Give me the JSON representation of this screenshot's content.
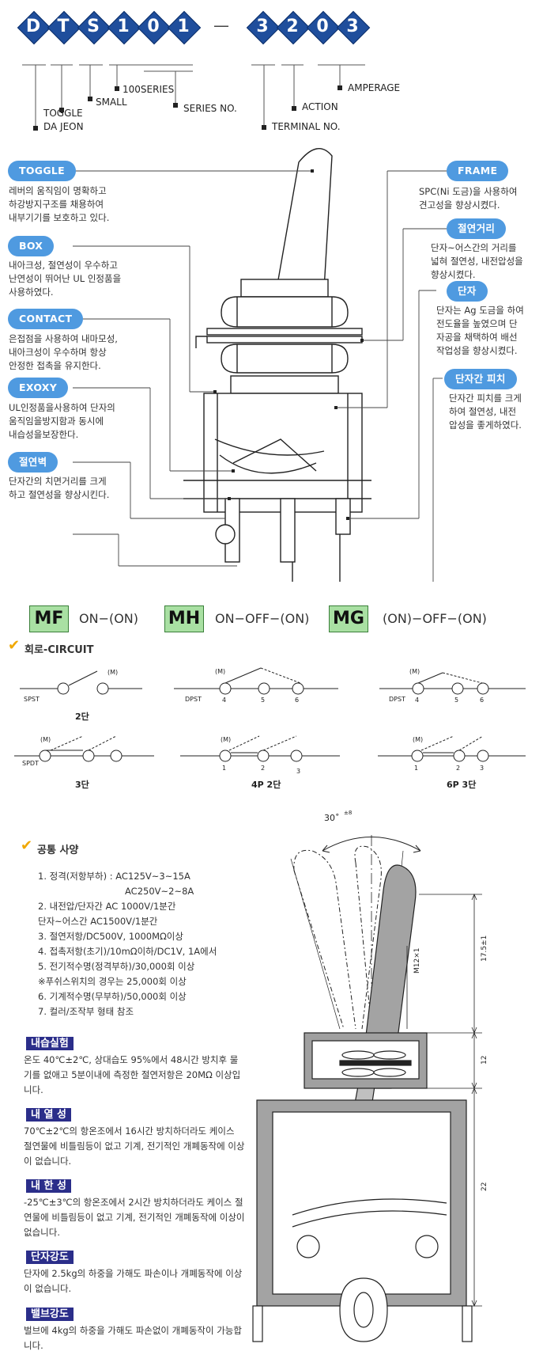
{
  "code": {
    "letters": [
      "D",
      "T",
      "S",
      "1",
      "0",
      "1"
    ],
    "dash": "—",
    "digits": [
      "3",
      "2",
      "0",
      "3"
    ],
    "labels": {
      "series100": "100SERIES",
      "small": "SMALL",
      "toggle": "TOGGLE",
      "dajeon": "DA JEON",
      "series_no": "SERIES NO.",
      "amperage": "AMPERAGE",
      "action": "ACTION",
      "terminal": "TERMINAL NO."
    }
  },
  "parts_left": [
    {
      "label": "TOGGLE",
      "desc": [
        "레버의 움직임이 명확하고",
        "하강방지구조를 채용하여",
        "내부기기를 보호하고 있다."
      ]
    },
    {
      "label": "BOX",
      "desc": [
        "내아크성, 절연성이 우수하고",
        "난연성이 뛰어난 UL 인정품을",
        "사용하였다."
      ]
    },
    {
      "label": "CONTACT",
      "desc": [
        "은접점을 사용하여 내마모성,",
        "내아크성이 우수하며 항상",
        "안정한 접촉을 유지한다."
      ]
    },
    {
      "label": "EXOXY",
      "desc": [
        "UL인정품을사용하여 단자의",
        "움직임을방지함과 동시에",
        "내습성을보장한다."
      ]
    },
    {
      "label": "절연벽",
      "desc": [
        "단자간의 치면거리를 크게",
        "하고 절연성을 향상시킨다."
      ]
    }
  ],
  "parts_right": [
    {
      "label": "FRAME",
      "desc": [
        "SPC(Ni 도금)을 사용하여",
        "견고성을 향상시켰다."
      ]
    },
    {
      "label": "절연거리",
      "desc": [
        "단자~어스간의 거리를",
        "넓혀 절연성, 내전압성을",
        "향상시켰다."
      ]
    },
    {
      "label": "단자",
      "desc": [
        "단자는 Ag 도금을 하여",
        "전도율을 높였으며 단",
        "자공을 채택하여 배선",
        "작업성을 향상시켰다."
      ]
    },
    {
      "label": "단자간 피치",
      "desc": [
        "단자간 피치를 크게",
        "하여 절연성, 내전",
        "압성을 좋게하였다."
      ]
    }
  ],
  "modes": [
    {
      "code": "MF",
      "text": "ON−(ON)"
    },
    {
      "code": "MH",
      "text": "ON−OFF−(ON)"
    },
    {
      "code": "MG",
      "text": "(ON)−OFF−(ON)"
    }
  ],
  "circuit": {
    "title": "회로-CIRCUIT",
    "m": "(M)",
    "spst": "SPST",
    "dpst": "DPST",
    "spdt": "SPDT",
    "n1": "1",
    "n2": "2",
    "n3": "3",
    "n4": "4",
    "n5": "5",
    "n6": "6",
    "cap_2dan": "2단",
    "cap_3dan": "3단",
    "cap_4p2dan": "4P 2단",
    "cap_6p3dan": "6P 3단"
  },
  "common": {
    "title": "공통 사양",
    "specs": [
      "1. 정격(저항부하) : AC125V~3~15A",
      "                              AC250V~2~8A",
      "2. 내전압/단자간 AC 1000V/1분간",
      "    단자~어스간 AC1500V/1분간",
      "3. 절연저항/DC500V, 1000MΩ이상",
      "4. 접촉저항(초기)/10mΩ이하/DC1V, 1A에서",
      "5. 전기적수명(정격부하)/30,000회 이상",
      "    ※푸쉬스위치의 경우는 25,000회 이상",
      "6. 기계적수명(무부하)/50,000회 이상",
      "7. 컬러/조작부 형태 참조"
    ]
  },
  "props": [
    {
      "tag": "내습실험",
      "desc": "온도 40℃±2℃, 상대습도 95%에서 48시간 방치후 물기를 없애고 5분이내에 측정한 절연저항은 20MΩ 이상입니다."
    },
    {
      "tag": "내 열 성",
      "desc": "70℃±2℃의 항온조에서 16시간 방치하더라도 케이스 절연물에 비틀림등이 없고 기계, 전기적인 개폐동작에 이상이 없습니다."
    },
    {
      "tag": "내 한 성",
      "desc": "-25℃±3℃의 항온조에서 2시간 방치하더라도 케이스 절연물에 비틀림등이 없고 기계, 전기적인 개폐동작에 이상이 없습니다."
    },
    {
      "tag": "단자강도",
      "desc": "단자에 2.5kg의 하중을 가해도 파손이나 개폐동작에 이상이 없습니다."
    },
    {
      "tag": "밸브강도",
      "desc": "벌브에 4kg의 하중을 가해도 파손없이 개폐동작이 가능합니다."
    }
  ],
  "dims": {
    "angle": "30˚",
    "angle_tol": "±8",
    "thread": "M12×1",
    "d1": "17.5±1",
    "d2": "12",
    "d3": "22"
  }
}
